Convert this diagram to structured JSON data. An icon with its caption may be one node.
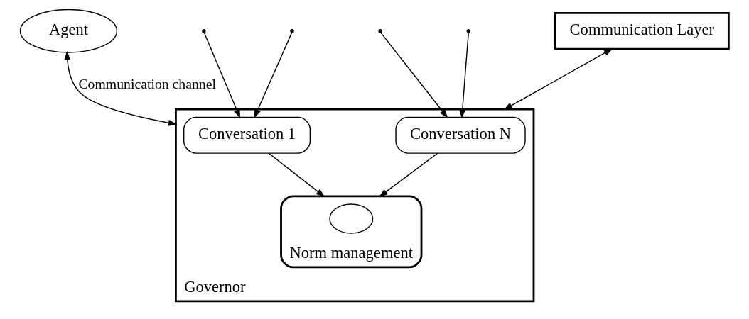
{
  "diagram": {
    "nodes": [
      {
        "text": [
          "Governor"
        ]
      },
      {
        "text": [
          "Conversation 1"
        ],
        "in": 0
      },
      {
        "text": [
          "Conversation N"
        ],
        "in": 0
      },
      {
        "text": [
          "Norm management"
        ],
        "in": 0
      },
      {
        "text": [],
        "shape": "circle",
        "in": 3
      },
      {
        "text": [
          "Agent"
        ]
      },
      {
        "text": [
          "Communication Layer"
        ]
      }
    ],
    "edges": [
      {
        "from": 5,
        "to": 0,
        "arrow": "both",
        "label": "Communication channel"
      },
      {
        "from": null,
        "to": 1,
        "arrow": "to"
      },
      {
        "from": null,
        "to": 2,
        "arrow": "to"
      },
      {
        "from": 6,
        "to": 0,
        "arrow": "both"
      },
      {
        "from": null,
        "to": 1,
        "arrow": "to"
      },
      {
        "from": null,
        "to": 2,
        "arrow": "to"
      },
      {
        "from": 1,
        "to": 3,
        "arrow": "to"
      },
      {
        "from": 2,
        "to": 3,
        "arrow": "to"
      }
    ]
  }
}
